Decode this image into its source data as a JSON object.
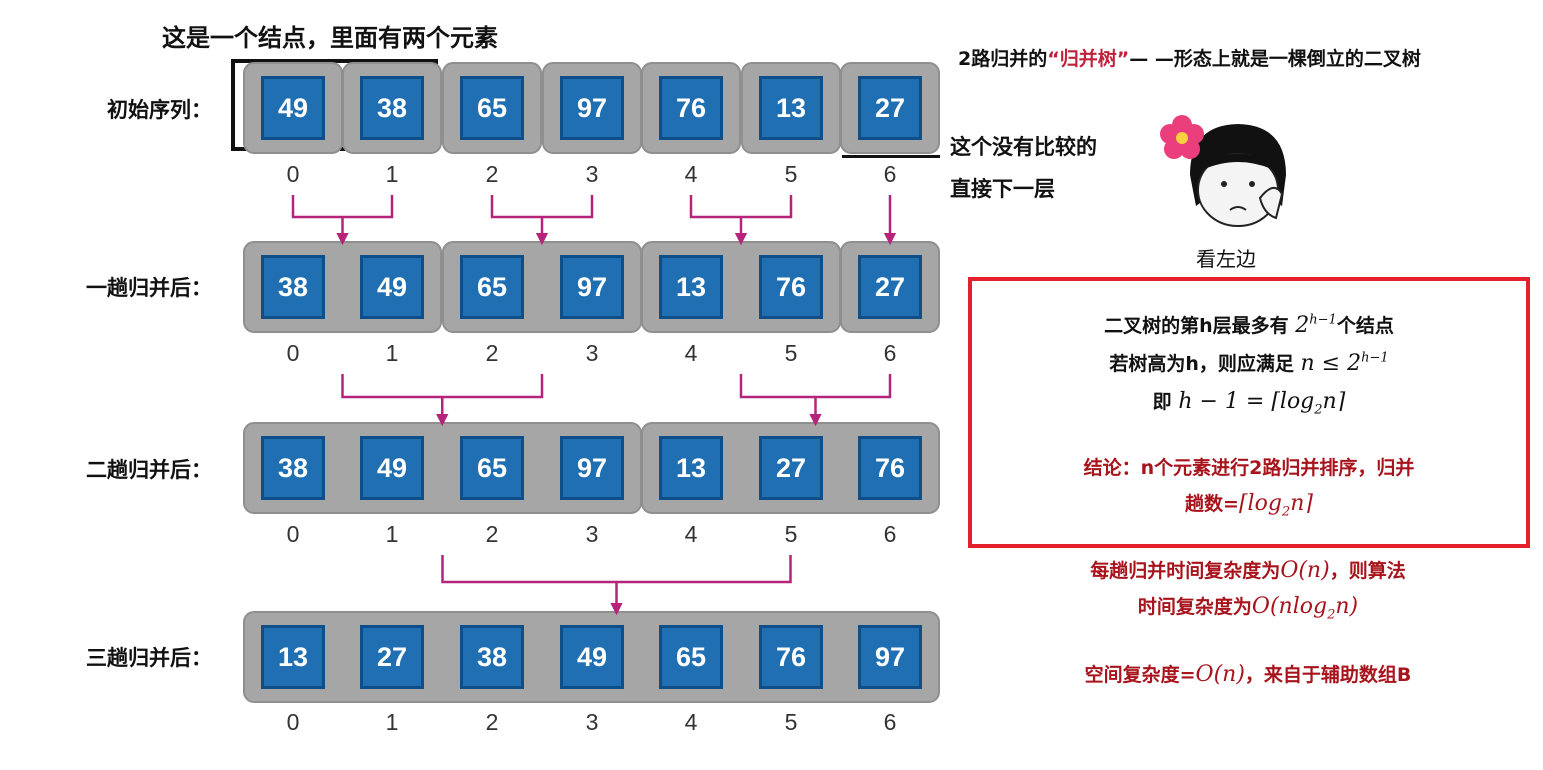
{
  "annotations": {
    "node_note": "这是一个结点，里面有两个元素",
    "tree_title_pre": "2路归并的",
    "tree_title_red": "“归并树”",
    "tree_title_post": "— —形态上就是一棵倒立的二叉树",
    "no_compare_line1": "这个没有比较的",
    "no_compare_line2": "直接下一层",
    "meme_caption": "看左边"
  },
  "rows": [
    {
      "label": "初始序列：",
      "values": [
        49,
        38,
        65,
        97,
        76,
        13,
        27
      ],
      "groups": [
        [
          0,
          0
        ],
        [
          1,
          1
        ],
        [
          2,
          2
        ],
        [
          3,
          3
        ],
        [
          4,
          4
        ],
        [
          5,
          5
        ],
        [
          6,
          6
        ]
      ]
    },
    {
      "label": "一趟归并后：",
      "values": [
        38,
        49,
        65,
        97,
        13,
        76,
        27
      ],
      "groups": [
        [
          0,
          1
        ],
        [
          2,
          3
        ],
        [
          4,
          5
        ],
        [
          6,
          6
        ]
      ]
    },
    {
      "label": "二趟归并后：",
      "values": [
        38,
        49,
        65,
        97,
        13,
        27,
        76
      ],
      "groups": [
        [
          0,
          3
        ],
        [
          4,
          6
        ]
      ]
    },
    {
      "label": "三趟归并后：",
      "values": [
        13,
        27,
        38,
        49,
        65,
        76,
        97
      ],
      "groups": [
        [
          0,
          6
        ]
      ]
    }
  ],
  "indices": [
    "0",
    "1",
    "2",
    "3",
    "4",
    "5",
    "6"
  ],
  "info_box": {
    "line1_text": "二叉树的第h层最多有",
    "line1_math": "2",
    "line1_sup": "h−1",
    "line1_suffix": "个结点",
    "line2_text": "若树高为h，则应满足",
    "line2_math": "n ≤ 2",
    "line2_sup": "h−1",
    "line3_text": "即",
    "line3_math": "h − 1 = ⌈log",
    "line3_sub": "2",
    "line3_end": "n⌉",
    "conclusion1": "结论：n个元素进行2路归并排序，归并",
    "conclusion2_text": "趟数=",
    "conclusion2_math": "⌈log",
    "conclusion2_sub": "2",
    "conclusion2_end": "n⌉"
  },
  "complexity": {
    "time1_text": "每趟归并时间复杂度为",
    "time1_math": "O(n)",
    "time1_suffix": "，则算法",
    "time2_text": "时间复杂度为",
    "time2_math": "O(nlog",
    "time2_sub": "2",
    "time2_end": "n)",
    "space_text": "空间复杂度=",
    "space_math": "O(n)",
    "space_suffix": "，来自于辅助数组B"
  },
  "colors": {
    "cell": "#1f6fb2",
    "group": "#a6a6a6",
    "arrow": "#b5247a",
    "accent_red": "#e3202c"
  }
}
